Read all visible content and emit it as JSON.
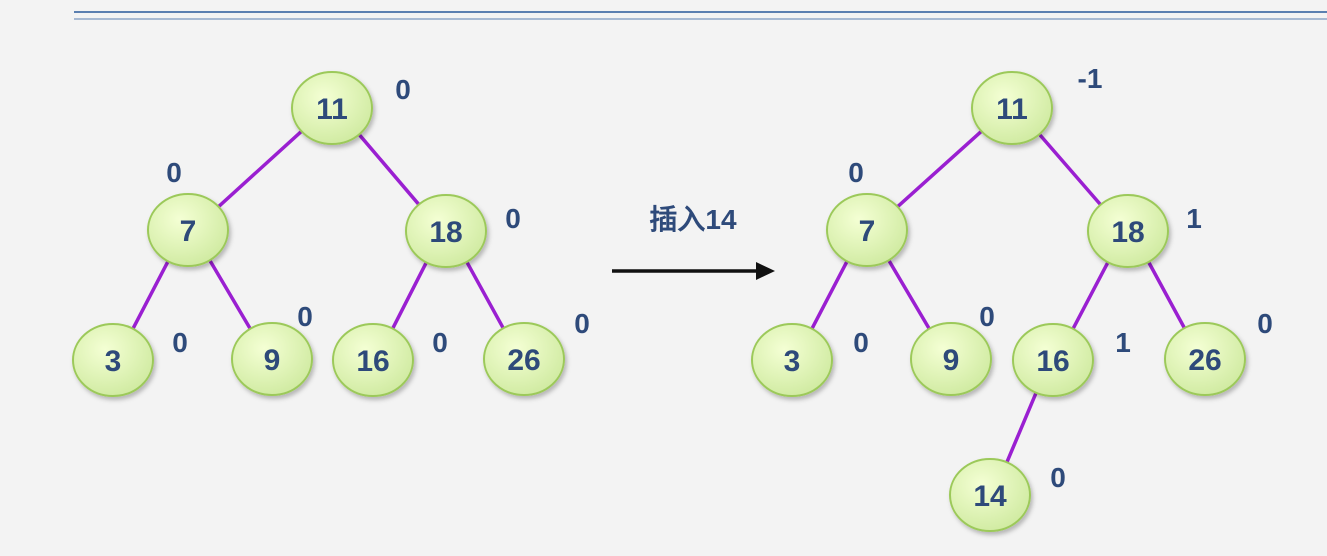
{
  "colors": {
    "background": "#f3f3f3",
    "header_rule": "#5b7fb0",
    "edge": "#9a1fd1",
    "node_fill_light": "#f4ffd4",
    "node_fill_dark": "#cfeaa0",
    "node_stroke": "#9cc95a",
    "text": "#2e4a7a",
    "arrow": "#111111"
  },
  "operation": {
    "label": "插入14",
    "arrow_icon": "right-arrow-icon"
  },
  "trees": [
    {
      "id": "before",
      "nodes": [
        {
          "id": "11",
          "label": "11",
          "balance": "0"
        },
        {
          "id": "7",
          "label": "7",
          "balance": "0"
        },
        {
          "id": "18",
          "label": "18",
          "balance": "0"
        },
        {
          "id": "3",
          "label": "3",
          "balance": "0"
        },
        {
          "id": "9",
          "label": "9",
          "balance": "0"
        },
        {
          "id": "16",
          "label": "16",
          "balance": "0"
        },
        {
          "id": "26",
          "label": "26",
          "balance": "0"
        }
      ],
      "edges": [
        [
          "11",
          "7"
        ],
        [
          "11",
          "18"
        ],
        [
          "7",
          "3"
        ],
        [
          "7",
          "9"
        ],
        [
          "18",
          "16"
        ],
        [
          "18",
          "26"
        ]
      ]
    },
    {
      "id": "after",
      "nodes": [
        {
          "id": "11",
          "label": "11",
          "balance": "-1"
        },
        {
          "id": "7",
          "label": "7",
          "balance": "0"
        },
        {
          "id": "18",
          "label": "18",
          "balance": "1"
        },
        {
          "id": "3",
          "label": "3",
          "balance": "0"
        },
        {
          "id": "9",
          "label": "9",
          "balance": "0"
        },
        {
          "id": "16",
          "label": "16",
          "balance": "1"
        },
        {
          "id": "26",
          "label": "26",
          "balance": "0"
        },
        {
          "id": "14",
          "label": "14",
          "balance": "0"
        }
      ],
      "edges": [
        [
          "11",
          "7"
        ],
        [
          "11",
          "18"
        ],
        [
          "7",
          "3"
        ],
        [
          "7",
          "9"
        ],
        [
          "18",
          "16"
        ],
        [
          "18",
          "26"
        ],
        [
          "16",
          "14"
        ]
      ]
    }
  ]
}
